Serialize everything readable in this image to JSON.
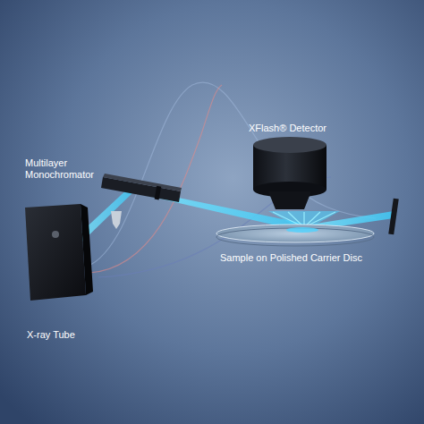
{
  "diagram": {
    "labels": [
      "XFlash® Detector",
      "Multilayer Monochromator",
      "Sample on Polished Carrier Disc",
      "X-ray Tube"
    ]
  }
}
